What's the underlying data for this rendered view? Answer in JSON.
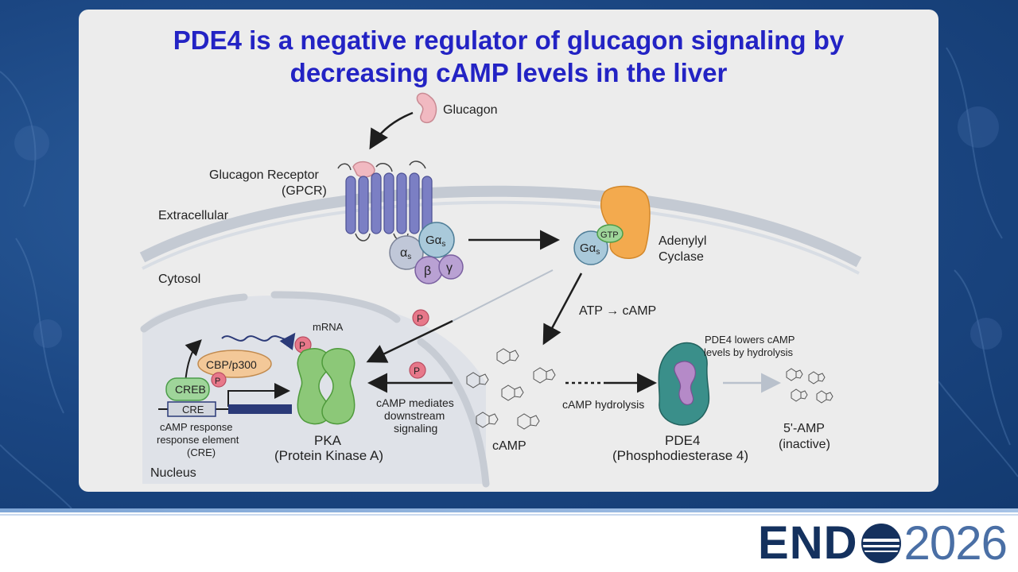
{
  "slide": {
    "title_line1": "PDE4 is a negative regulator of glucagon signaling by",
    "title_line2": "decreasing cAMP levels in the liver"
  },
  "diagram": {
    "glucagon": "Glucagon",
    "receptor_line1": "Glucagon Receptor",
    "receptor_line2": "(GPCR)",
    "extracellular": "Extracellular",
    "cytosol": "Cytosol",
    "nucleus": "Nucleus",
    "alpha_s": "α",
    "alpha_s_sub": "s",
    "galpha_s": "Gα",
    "galpha_s_sub": "s",
    "beta": "β",
    "gamma": "γ",
    "gtp": "GTP",
    "galpha_s_ac": "Gα",
    "galpha_s_ac_sub": "s",
    "adenylyl_line1": "Adenylyl",
    "adenylyl_line2": "Cyclase",
    "atp_camp": "ATP → cAMP",
    "mrna": "mRNA",
    "cbp": "CBP/p300",
    "creb": "CREB",
    "cre": "CRE",
    "phospho": "P",
    "cre_label_line1": "cAMP response",
    "cre_label_line2": "response element",
    "cre_label_line3": "(CRE)",
    "pka_line1": "PKA",
    "pka_line2": "(Protein Kinase A)",
    "mediates_line1": "cAMP mediates",
    "mediates_line2": "downstream",
    "mediates_line3": "signaling",
    "camp": "cAMP",
    "hydrolysis": "cAMP hydrolysis",
    "pde4_note_line1": "PDE4 lowers cAMP",
    "pde4_note_line2": "levels by hydrolysis",
    "pde4_line1": "PDE4",
    "pde4_line2": "(Phosphodiesterase 4)",
    "amp_line1": "5'-AMP",
    "amp_line2": "(inactive)"
  },
  "footer": {
    "logo_word": "END",
    "logo_year": "2026"
  },
  "colors": {
    "title": "#2323c4",
    "receptor": "#7b7fc4",
    "pka": "#8cc878",
    "adenylyl_cyclase": "#f3aa4e",
    "pde4": "#3a8f8a",
    "phospho": "#e7788a",
    "logo_navy": "#14315e"
  },
  "icons": [
    "glucagon-icon",
    "receptor-icon",
    "phospho-icon",
    "camp-molecule-icon",
    "pde4-icon",
    "amp-molecule-icon"
  ]
}
